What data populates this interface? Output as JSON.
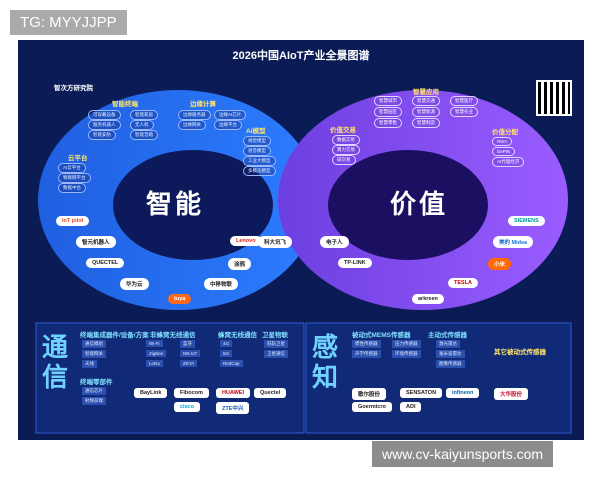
{
  "overlay_tag": "TG: MYYJJPP",
  "watermark": "www.cv-kaiyunsports.com",
  "poster": {
    "title": "2026中国AIoT产业全景图谱",
    "brand": "智次方研究院",
    "left_loop": {
      "big": "智能",
      "sections": [
        {
          "name": "智能终端",
          "chips": [
            "可穿戴设备",
            "智能家居",
            "服务机器人",
            "无人机",
            "智能安防",
            "智能音箱"
          ]
        },
        {
          "name": "边缘计算",
          "chips": [
            "边缘服务器",
            "边缘网关",
            "边缘AI芯片",
            "边缘平台"
          ]
        },
        {
          "name": "AI模型",
          "chips": [
            "视觉模型",
            "语音模型",
            "工业大模型",
            "多模态模型"
          ]
        },
        {
          "name": "云平台",
          "chips": [
            "AI云平台",
            "物联网平台",
            "数据中台"
          ]
        }
      ],
      "logos": [
        "loT pilot",
        "智元机器人",
        "QUECTEL",
        "华为云",
        "Lenovo",
        "科大讯飞",
        "中移物联",
        "涂鸦",
        "tuya"
      ]
    },
    "right_loop": {
      "big": "价值",
      "sections": [
        {
          "name": "智慧应用",
          "chips": [
            "智慧城市",
            "智慧交通",
            "智慧医疗",
            "智慧园区",
            "智慧能源",
            "智慧农业",
            "智慧零售",
            "智慧制造"
          ]
        },
        {
          "name": "价值交易",
          "chips": [
            "数据交易",
            "算力交易",
            "碳交易"
          ]
        },
        {
          "name": "价值分配",
          "chips": [
            "RWA",
            "DePIN",
            "AI代理经济"
          ]
        }
      ],
      "logos": [
        "SIEMENS",
        "美的 Midea",
        "电子人",
        "TESLA",
        "arkreen",
        "TP-LINK",
        "小米"
      ]
    },
    "bottom_left": {
      "title": "通信",
      "groups": [
        {
          "name": "终端集成器件/设备/方案",
          "items": [
            "通信模组",
            "智能网关",
            "天线"
          ]
        },
        {
          "name": "非蜂窝无线通信",
          "items": [
            "Wi-Fi",
            "蓝牙",
            "ZigBee",
            "LoRa",
            "NB-IoT",
            "ZETA"
          ]
        },
        {
          "name": "蜂窝无线通信",
          "items": [
            "4G",
            "5G",
            "RedCap"
          ]
        },
        {
          "name": "卫星物联",
          "items": [
            "低轨卫星",
            "卫星通信"
          ]
        },
        {
          "name": "终端零部件",
          "items": [
            "通信芯片",
            "射频前端"
          ]
        }
      ],
      "logos": [
        "BayLink",
        "Fibocom",
        "HUAWEI",
        "Quectel",
        "ZTE中兴",
        "cisco"
      ]
    },
    "bottom_right": {
      "title": "感知",
      "groups": [
        {
          "name": "被动式MEMS传感器",
          "items": [
            "惯性传感器",
            "压力传感器",
            "声学传感器",
            "环境传感器"
          ]
        },
        {
          "name": "主动式传感器",
          "items": [
            "激光雷达",
            "毫米波雷达",
            "图像传感器"
          ]
        },
        {
          "name": "其它被动式传感器",
          "items": []
        }
      ],
      "logos": [
        "歌尔股份",
        "Goermicro",
        "SENSATON",
        "infineon",
        "ADI",
        "大华股份"
      ]
    }
  }
}
